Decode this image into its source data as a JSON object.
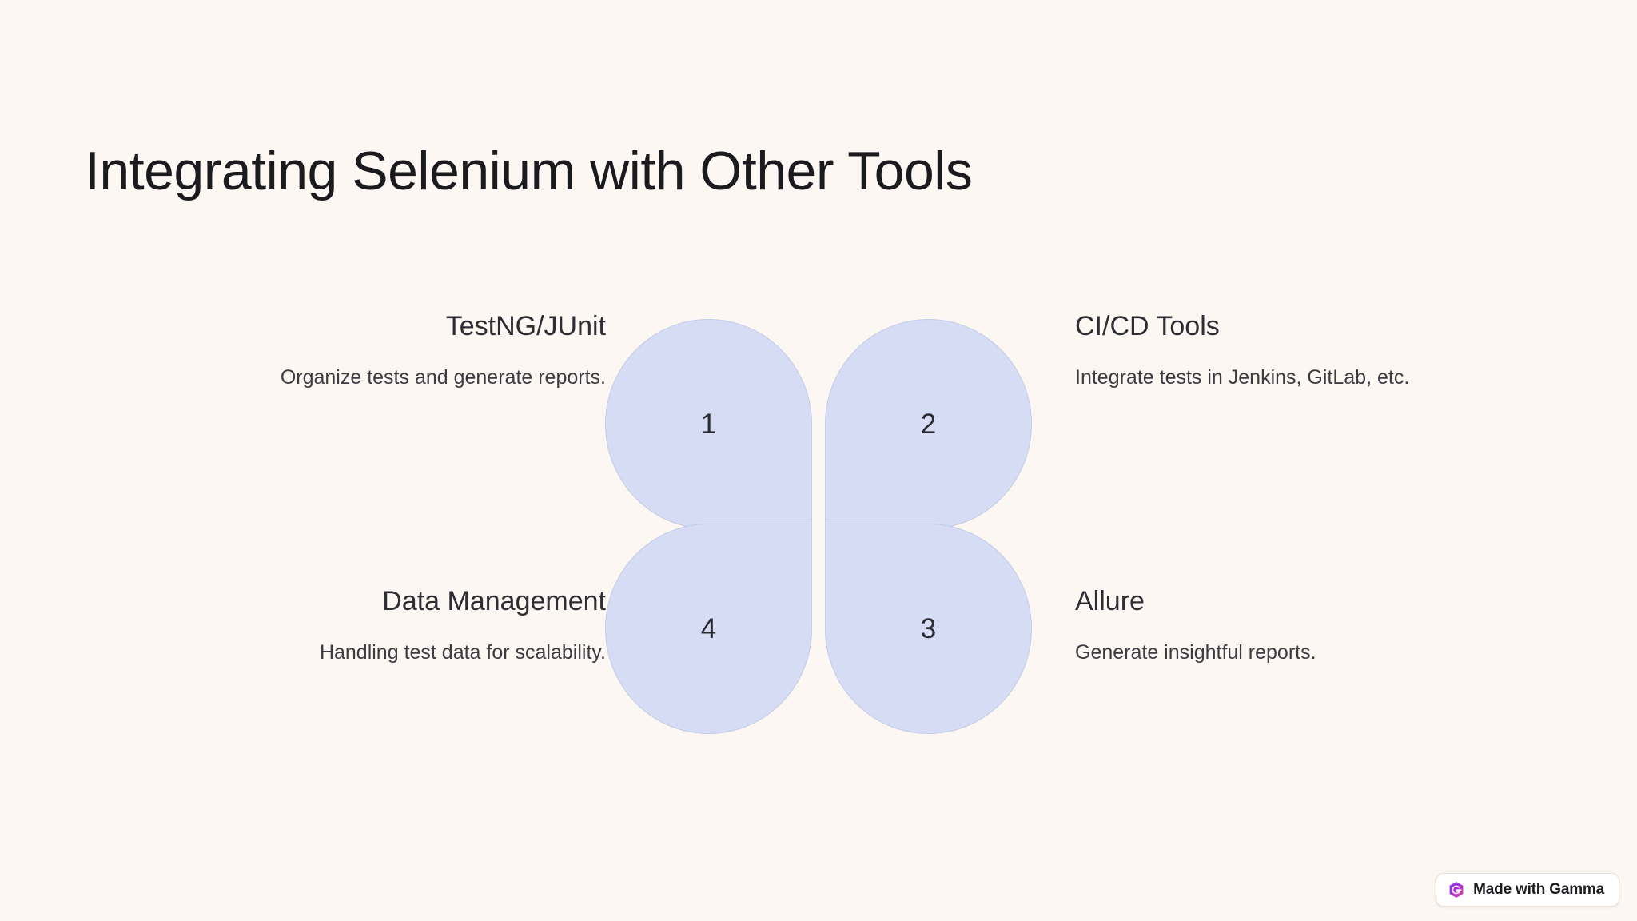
{
  "slide": {
    "background_color": "#fdf7f4",
    "title": "Integrating Selenium with Other Tools"
  },
  "diagram": {
    "type": "clover-quadrant",
    "petal_fill_color": "#d5dcf4",
    "petal_border_color": "#c3cbe8",
    "number_color": "#2b2b33",
    "petals": [
      {
        "number": "1",
        "position": "top-left",
        "title": "TestNG/JUnit",
        "description": "Organize tests and generate reports.",
        "label_side": "left"
      },
      {
        "number": "2",
        "position": "top-right",
        "title": "CI/CD Tools",
        "description": "Integrate tests in Jenkins, GitLab, etc.",
        "label_side": "right"
      },
      {
        "number": "3",
        "position": "bottom-right",
        "title": "Allure",
        "description": "Generate insightful reports.",
        "label_side": "right"
      },
      {
        "number": "4",
        "position": "bottom-left",
        "title": "Data Management",
        "description": "Handling test data for scalability.",
        "label_side": "left"
      }
    ]
  },
  "badge": {
    "icon": "gamma-hexagon-logo",
    "label": "Made with Gamma",
    "gradient_from": "#7b2ff7",
    "gradient_to": "#e0429b"
  }
}
